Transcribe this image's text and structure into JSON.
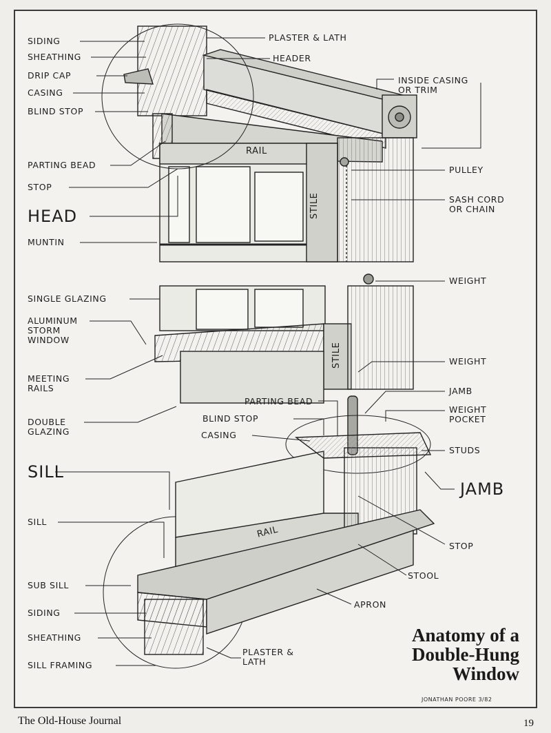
{
  "labels": {
    "siding_top": "SIDING",
    "sheathing_top": "SHEATHING",
    "drip_cap": "DRIP CAP",
    "casing_top": "CASING",
    "blind_stop_top": "BLIND STOP",
    "parting_bead_top": "PARTING BEAD",
    "stop_top": "STOP",
    "head": "HEAD",
    "muntin": "MUNTIN",
    "single_glazing": "SINGLE GLAZING",
    "aluminum_storm": "ALUMINUM\nSTORM\nWINDOW",
    "meeting_rails": "MEETING\nRAILS",
    "double_glazing": "DOUBLE\nGLAZING",
    "sill_big": "SILL",
    "sill": "SILL",
    "sub_sill": "SUB SILL",
    "siding_bottom": "SIDING",
    "sheathing_bottom": "SHEATHING",
    "sill_framing": "SILL FRAMING",
    "plaster_lath_top": "PLASTER & LATH",
    "header": "HEADER",
    "inside_casing": "INSIDE CASING\nOR TRIM",
    "pulley": "PULLEY",
    "sash_cord": "SASH CORD\nOR CHAIN",
    "weight_upper": "WEIGHT",
    "weight_lower": "WEIGHT",
    "jamb_small": "JAMB",
    "weight_pocket": "WEIGHT\nPOCKET",
    "studs": "STUDS",
    "jamb_big": "JAMB",
    "stop_bottom": "STOP",
    "stool": "STOOL",
    "apron": "APRON",
    "plaster_lath_bottom": "PLASTER &\nLATH",
    "parting_bead_mid": "PARTING BEAD",
    "blind_stop_mid": "BLIND STOP",
    "casing_mid": "CASING",
    "rail_top": "RAIL",
    "stile_top": "STILE",
    "stile_mid": "STILE",
    "rail_bottom": "RAIL"
  },
  "title": "Anatomy of a\nDouble-Hung\nWindow",
  "signature": "JONATHAN POORE 3/82",
  "footer": {
    "journal": "The Old-House Journal",
    "page_number": "19"
  }
}
